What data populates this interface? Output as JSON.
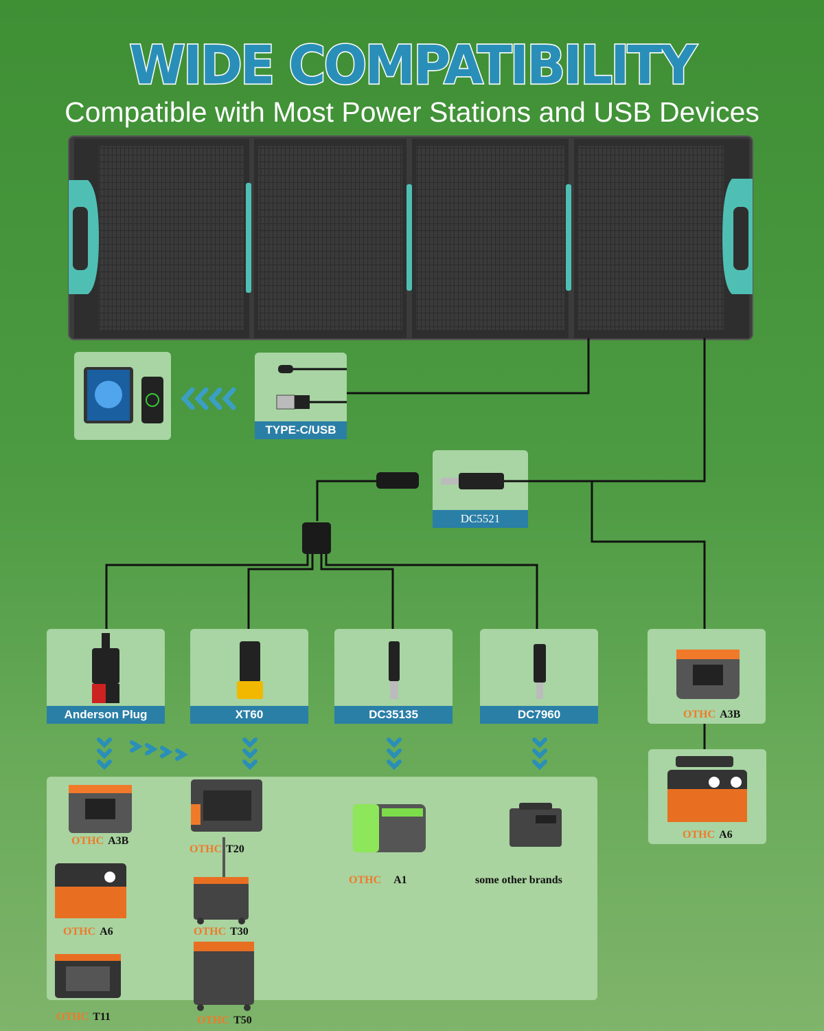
{
  "header": {
    "title": "WIDE COMPATIBILITY",
    "subtitle": "Compatible with Most Power Stations and USB Devices"
  },
  "cables": {
    "usb": "TYPE-C/USB",
    "dc5521": "DC5521"
  },
  "connectors": [
    {
      "label": "Anderson Plug"
    },
    {
      "label": "XT60"
    },
    {
      "label": "DC35135"
    },
    {
      "label": "DC7960"
    }
  ],
  "brand_prefix": "OTHC",
  "side_stations": [
    {
      "model": "A3B"
    },
    {
      "model": "A6"
    }
  ],
  "stations": [
    {
      "model": "A3B"
    },
    {
      "model": "T20"
    },
    {
      "model": "A6"
    },
    {
      "model": "T30"
    },
    {
      "model": "T11"
    },
    {
      "model": "T50"
    },
    {
      "model": "A1"
    }
  ],
  "other_brands": "some other brands",
  "colors": {
    "background": "#4c9a42",
    "card": "#a8d5a3",
    "label": "#2a7fa6",
    "handle": "#4fbfb4",
    "brand": "#f07a2a"
  }
}
